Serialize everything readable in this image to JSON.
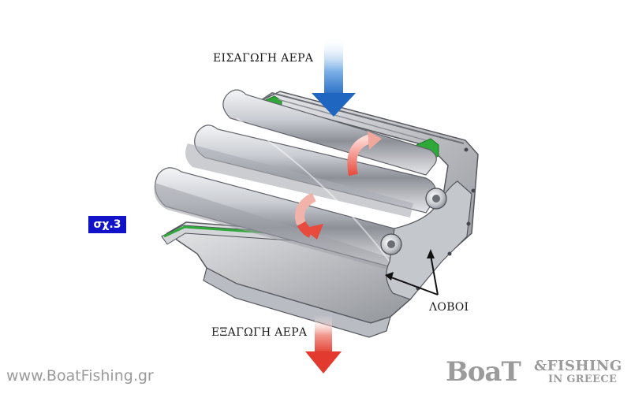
{
  "labels": {
    "air_intake": "ΕΙΣΑΓΩΓΗ ΑΕΡΑ",
    "air_exhaust": "ΕΞΑΓΩΓΗ ΑΕΡΑ",
    "lobes": "ΛΟΒΟΙ"
  },
  "figure_badge": "σχ.3",
  "watermark": "www.BoatFishing.gr",
  "logo": {
    "brand": "BoaT",
    "fishing": "&FISHING",
    "region": "IN GREECE"
  },
  "colors": {
    "intake_arrow": "#2a72c8",
    "exhaust_arrow": "#e8463a",
    "rotation_arrow": "#e84a3e",
    "seal": "#2fa83a",
    "badge_bg": "#1212c8"
  }
}
